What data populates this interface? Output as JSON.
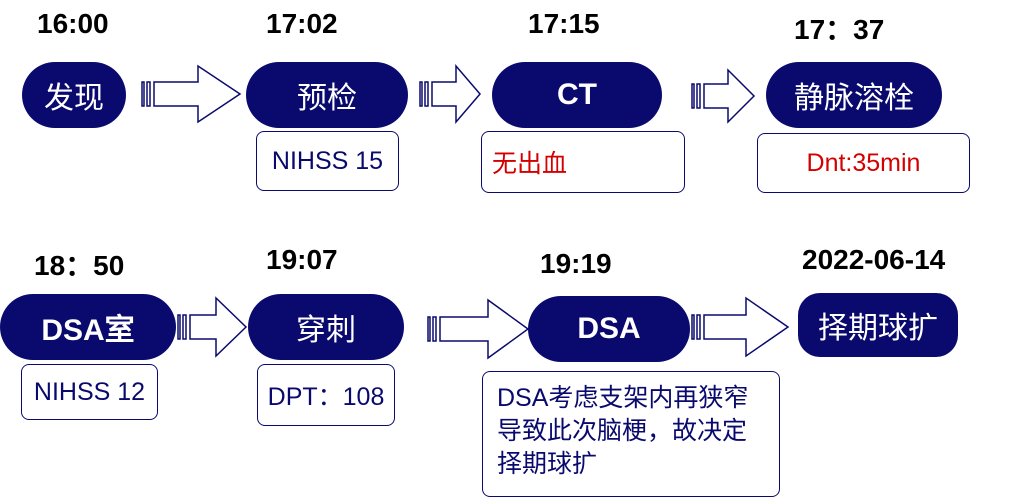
{
  "row1": {
    "times": [
      "16:00",
      "17:02",
      "17:15",
      "17：37"
    ],
    "steps": [
      "发现",
      "预检",
      "CT",
      "静脉溶栓"
    ],
    "notes": [
      "NIHSS 15",
      "无出血",
      "Dnt:35min"
    ]
  },
  "row2": {
    "times": [
      "18：50",
      "19:07",
      "19:19",
      "2022-06-14"
    ],
    "steps": [
      "DSA室",
      "穿刺",
      "DSA",
      "择期球扩"
    ],
    "notes": [
      "NIHSS 12",
      "DPT：108",
      "DSA考虑支架内再狭窄导致此次脑梗，故决定择期球扩"
    ]
  },
  "colors": {
    "pill_fill": "#0a0a6e",
    "pill_text": "#ffffff",
    "note_border": "#0a0a6e",
    "note_text_blue": "#0a0a6e",
    "note_text_red": "#d40000",
    "arrow_stroke": "#0a0a6e"
  }
}
